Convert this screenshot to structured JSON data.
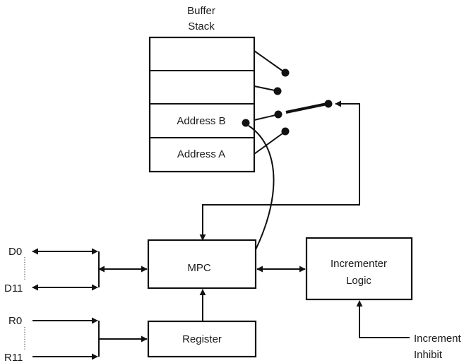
{
  "buffer_stack": {
    "title_line1": "Buffer",
    "title_line2": "Stack",
    "slots": [
      "",
      "",
      "Address B",
      "Address A"
    ]
  },
  "blocks": {
    "mpc": "MPC",
    "register": "Register",
    "incrementer_line1": "Incrementer",
    "incrementer_line2": "Logic"
  },
  "data_lines": {
    "d_first": "D0",
    "d_last": "D11",
    "r_first": "R0",
    "r_last": "R11"
  },
  "increment_inhibit": {
    "line1": "Increment",
    "line2": "Inhibit"
  }
}
